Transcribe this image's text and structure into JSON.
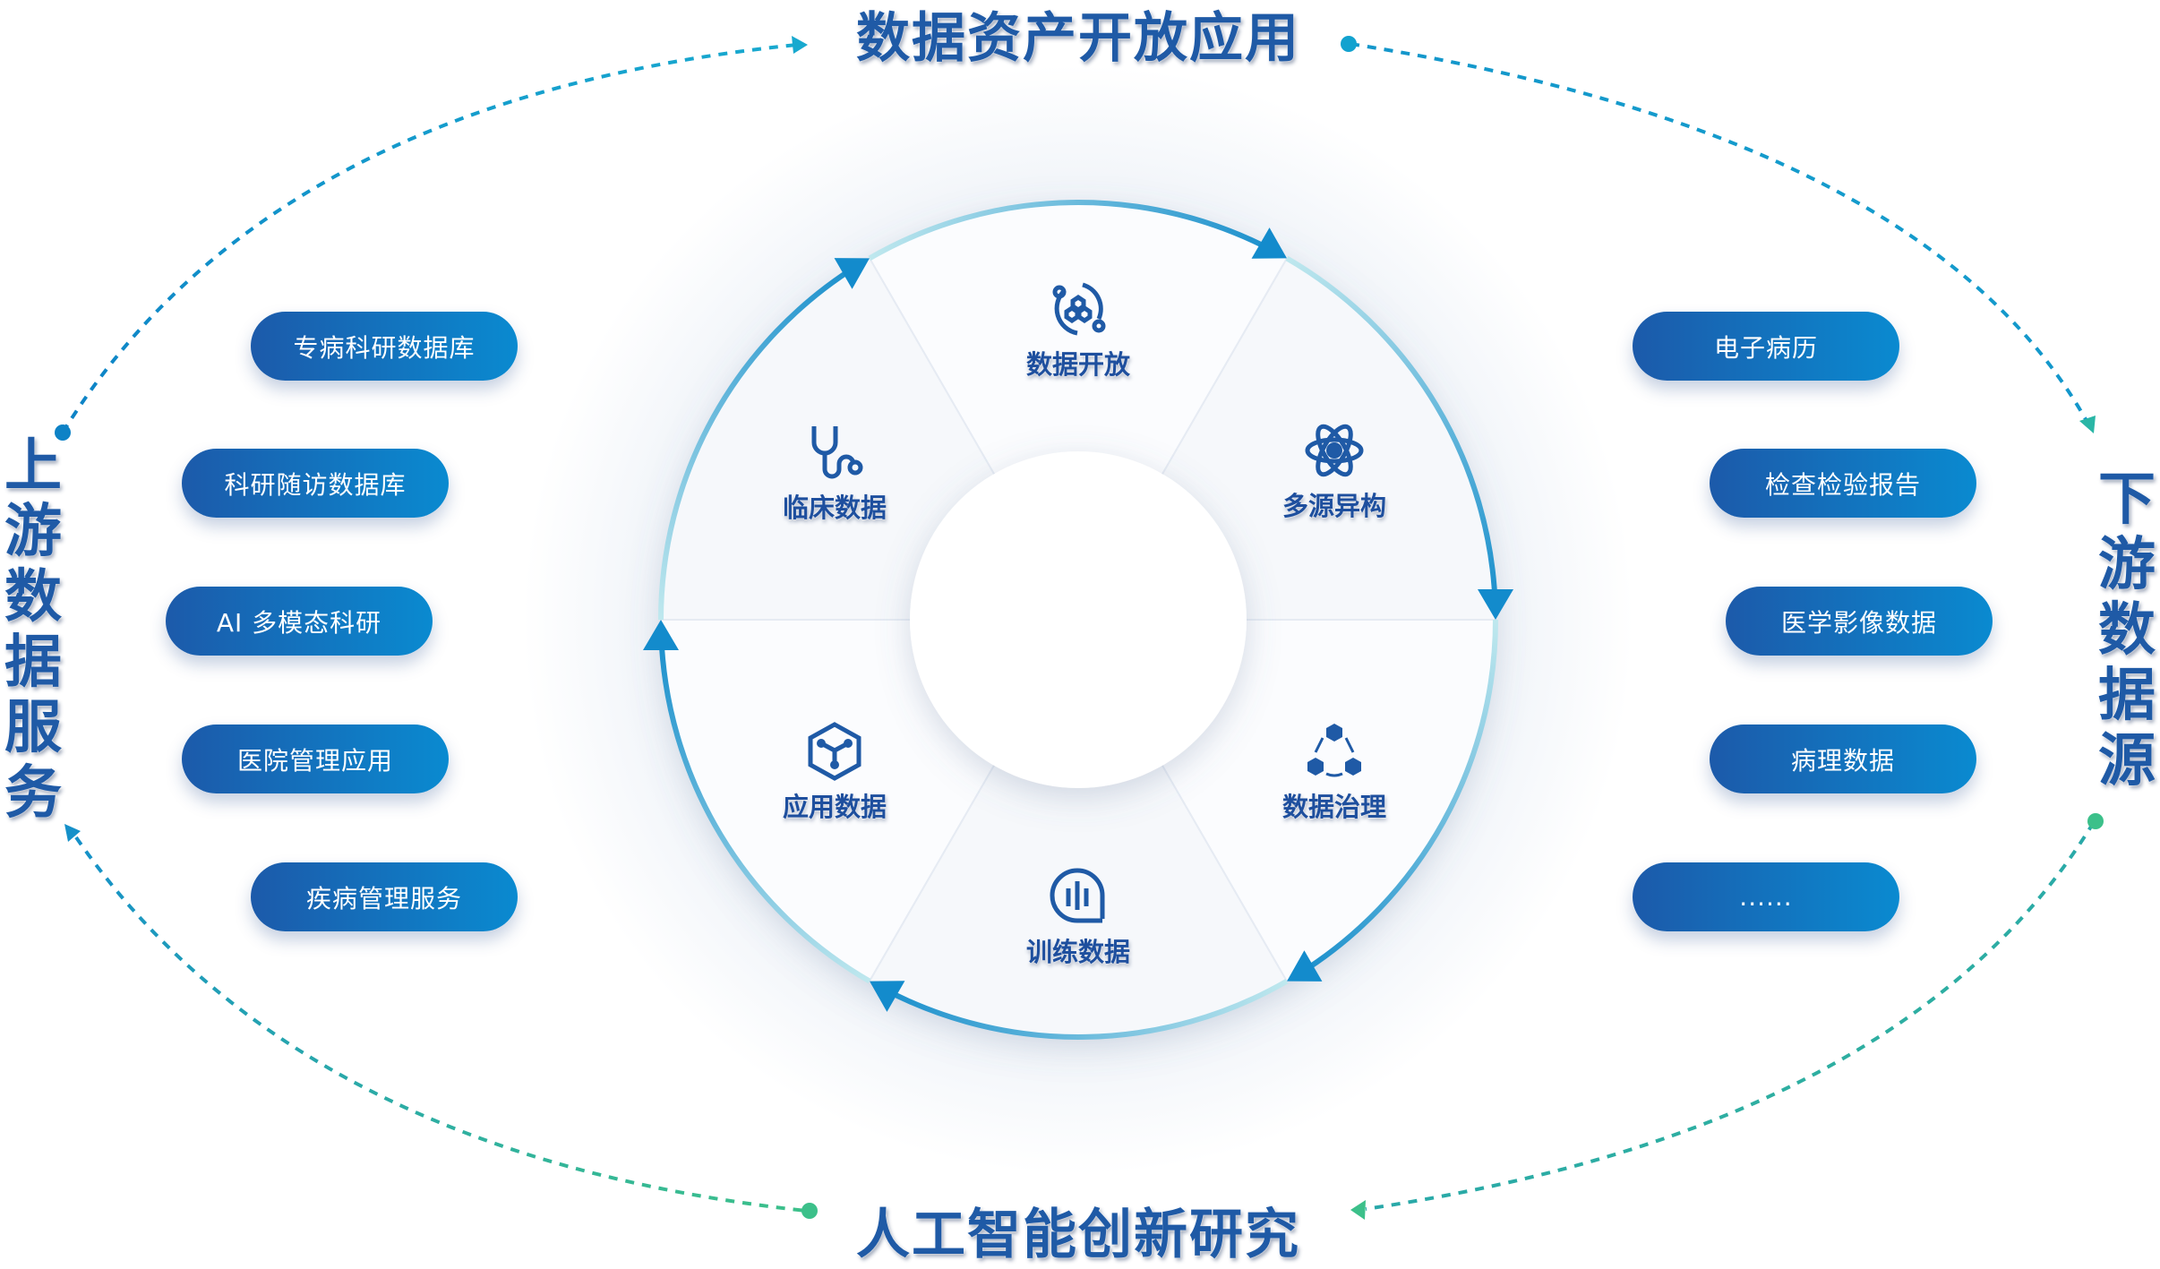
{
  "titles": {
    "top": "数据资产开放应用",
    "bottom": "人工智能创新研究",
    "left": "上游数据服务",
    "right": "下游数据源"
  },
  "left_items": [
    "专病科研数据库",
    "科研随访数据库",
    "AI 多模态科研",
    "医院管理应用",
    "疾病管理服务"
  ],
  "right_items": [
    "电子病历",
    "检查检验报告",
    "医学影像数据",
    "病理数据",
    "......"
  ],
  "cycle": [
    {
      "label": "数据开放",
      "icon": "data-open-icon"
    },
    {
      "label": "多源异构",
      "icon": "atom-icon"
    },
    {
      "label": "数据治理",
      "icon": "hexagon-cycle-icon"
    },
    {
      "label": "训练数据",
      "icon": "bar-chart-bubble-icon"
    },
    {
      "label": "应用数据",
      "icon": "cube-icon"
    },
    {
      "label": "临床数据",
      "icon": "stethoscope-icon"
    }
  ],
  "colors": {
    "primary": "#1f5aa6",
    "accent": "#0a8ad0",
    "teal": "#7fd3dc",
    "green": "#3cc08a"
  }
}
